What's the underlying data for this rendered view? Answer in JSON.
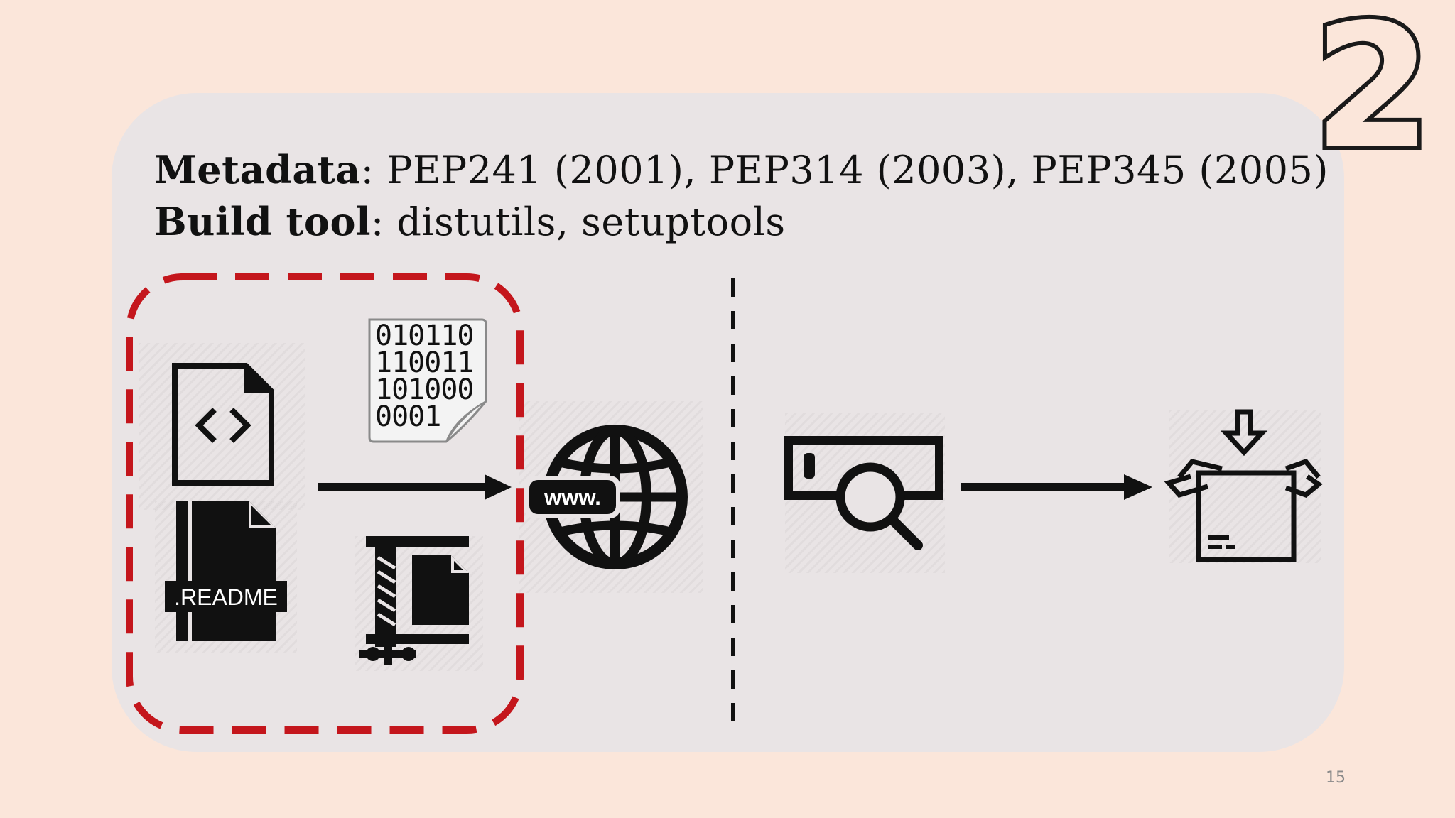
{
  "slide": {
    "metadata_label": "Metadata",
    "metadata_value": ": PEP241 (2001), PEP314 (2003), PEP345 (2005)",
    "build_label": "Build tool",
    "build_value": ": distutils, setuptools",
    "step_number": "2",
    "page_number": "15"
  },
  "icons": {
    "readme_label": ".README",
    "binary_lines": [
      "010110",
      "110011",
      "101000",
      "0001"
    ],
    "www_label": "www."
  },
  "colors": {
    "background": "#fbe6da",
    "panel": "#e9e4e5",
    "dashed_outline": "#c4161c",
    "ink": "#111111"
  }
}
